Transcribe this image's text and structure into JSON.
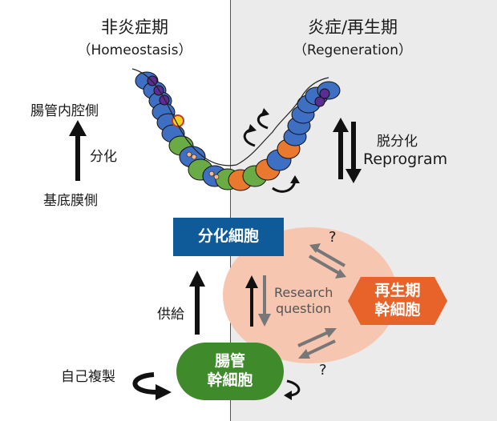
{
  "panels": {
    "left": {
      "title": "非炎症期",
      "subtitle": "（Homeostasis）"
    },
    "right": {
      "title": "炎症/再生期",
      "subtitle": "（Regeneration）"
    }
  },
  "labels": {
    "lumen_side": "腸管内腔側",
    "differentiation": "分化",
    "basement_side": "基底膜側",
    "dedifferentiation": "脱分化",
    "reprogram": "Reprogram",
    "supply": "供給",
    "self_renewal": "自己複製",
    "research_question_line1": "Research",
    "research_question_line2": "question",
    "question_mark": "?"
  },
  "cells": {
    "differentiated": "分化細胞",
    "regen_line1": "再生期",
    "regen_line2": "幹細胞",
    "stem_line1": "腸管",
    "stem_line2": "幹細胞"
  },
  "colors": {
    "right_bg": "#ebebeb",
    "research_circle": "#f6c6b0",
    "differentiated_box": "#0f5a99",
    "regen_box": "#e8632a",
    "stem_box": "#3f8a2b",
    "epithelium_blue": "#3f6fc2",
    "epithelium_green": "#6aab45",
    "epithelium_orange": "#e8792f",
    "goblet_purple": "#5b2d91"
  }
}
